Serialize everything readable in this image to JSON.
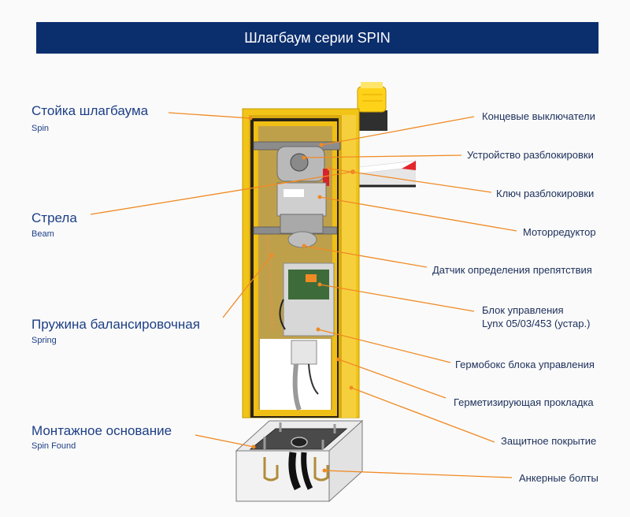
{
  "title": "Шлагбаум серии SPIN",
  "left_labels": [
    {
      "main": "Стойка шлагбаума",
      "sub": "Spin"
    },
    {
      "main": "Стрела",
      "sub": "Beam"
    },
    {
      "main": "Пружина балансировочная",
      "sub": "Spring"
    },
    {
      "main": "Монтажное основание",
      "sub": "Spin Found"
    }
  ],
  "right_labels": [
    "Концевые выключатели",
    "Устройство разблокировки",
    "Ключ разблокировки",
    "Моторредуктор",
    "Датчик определения препятствия",
    "Блок управления",
    "Lynx 05/03/453 (устар.)",
    "Гермобокс блока управления",
    "Герметизирующая прокладка",
    "Защитное покрытие",
    "Анкерные болты"
  ],
  "colors": {
    "title_bg": "#0b2e6d",
    "label_blue": "#1d3f86",
    "leader_orange": "#f08a24",
    "cabinet_yellow": "#f2c418",
    "beacon_yellow": "#ffd21a"
  }
}
